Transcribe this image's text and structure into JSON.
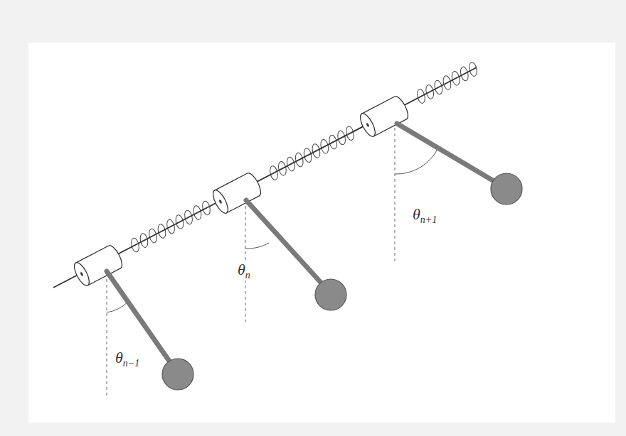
{
  "diagram": {
    "labels": [
      "θn−1",
      "θn",
      "θn+1"
    ]
  }
}
